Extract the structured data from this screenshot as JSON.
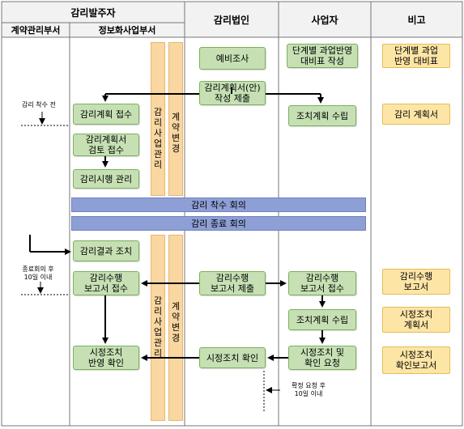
{
  "headers": {
    "client": "감리발주자",
    "contract_dept": "계약관리부서",
    "info_dept": "정보화사업부서",
    "auditor": "감리법인",
    "operator": "사업자",
    "remarks": "비고"
  },
  "vertical_bars": {
    "audit_mgmt_1": "감리사업관리",
    "contract_change_1": "계약변경",
    "audit_mgmt_2": "감리사업관리",
    "contract_change_2": "계약변경"
  },
  "boxes": {
    "preliminary": "예비조사",
    "stage_table": "단계별 과업반영\n대비표 작성",
    "plan_submit": "감리계획서(안)\n작성 제출",
    "plan_receive": "감리계획 접수",
    "action_plan": "조치계획 수립",
    "plan_review": "감리계획서\n검토 접수",
    "audit_mgmt": "감리시행 관리",
    "result_action": "감리결과 조치",
    "report_receive_client": "감리수행\n보고서 접수",
    "report_submit": "감리수행\n보고서 제출",
    "report_receive_operator": "감리수행\n보고서 접수",
    "action_plan_2": "조치계획 수립",
    "correction_confirm_client": "시정조치\n반영 확인",
    "correction_confirm": "시정조치 확인",
    "correction_request": "시정조치 및\n확인 요청"
  },
  "meetings": {
    "kickoff": "감리 착수 회의",
    "closing": "감리 종료 회의"
  },
  "notes": {
    "note1": "단계별 과업\n반영 대비표",
    "note2": "감리 계획서",
    "note3": "감리수행\n보고서",
    "note4": "시정조치\n계획서",
    "note5": "시정조치\n확인보고서"
  },
  "annotations": {
    "before_start": "감리 착수 전",
    "after_closing": "종료회의 후\n10일 이내",
    "after_confirm": "확정 요청 후\n10일 이내"
  }
}
